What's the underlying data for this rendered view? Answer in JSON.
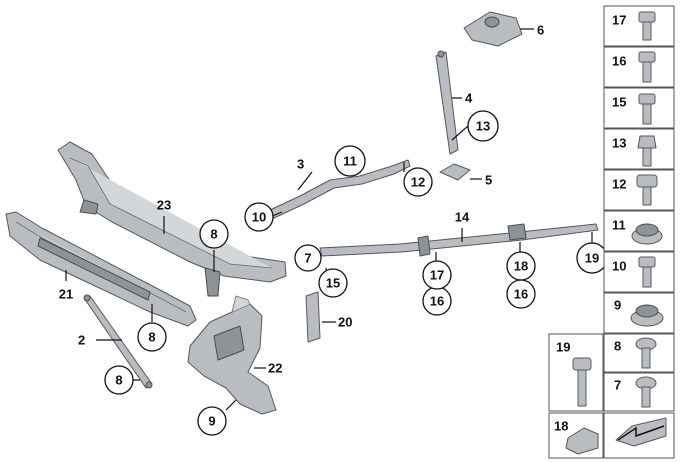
{
  "diagram": {
    "callouts": {
      "c2": "2",
      "c3": "3",
      "c4": "4",
      "c5": "5",
      "c6": "6",
      "c7": "7",
      "c8a": "8",
      "c8b": "8",
      "c8c": "8",
      "c9": "9",
      "c10": "10",
      "c11": "11",
      "c12": "12",
      "c13": "13",
      "c14": "14",
      "c15": "15",
      "c16a": "16",
      "c16b": "16",
      "c17": "17",
      "c18": "18",
      "c19": "19",
      "c20": "20",
      "c21": "21",
      "c22": "22",
      "c23": "23"
    },
    "panel": {
      "p17": "17",
      "p16": "16",
      "p15": "15",
      "p13": "13",
      "p12": "12",
      "p11": "11",
      "p10": "10",
      "p9": "9",
      "p19": "19",
      "p8": "8",
      "p7": "7",
      "p18": "18"
    }
  },
  "colors": {
    "part_fill": "#b9bdc1",
    "part_stroke": "#55595d",
    "line": "#111111"
  }
}
